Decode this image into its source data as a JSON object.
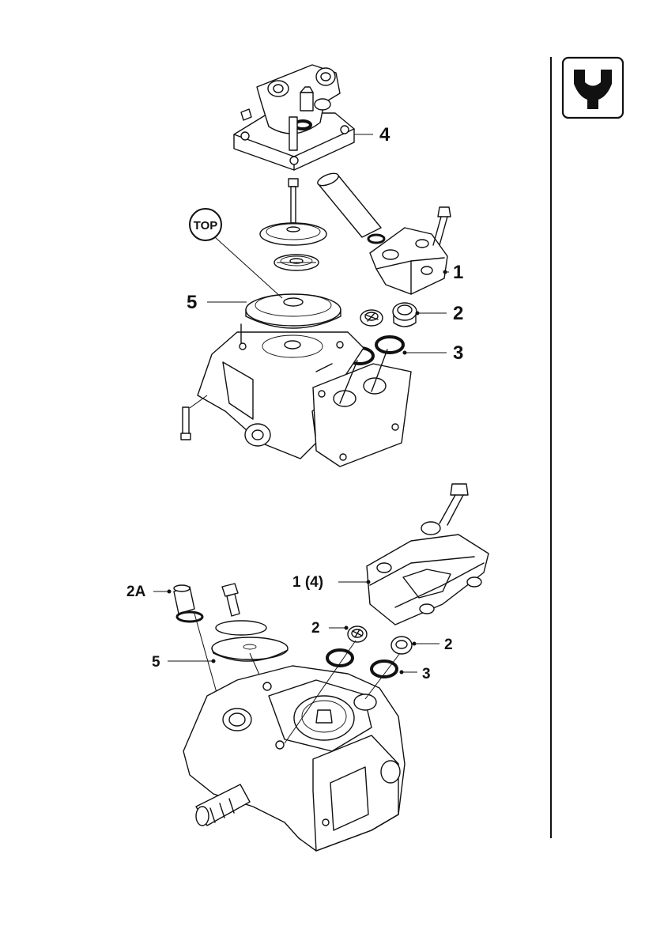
{
  "icon": {
    "name": "wrench-icon"
  },
  "top_view": {
    "badge": "TOP",
    "callouts": {
      "c1": "1",
      "c2": "2",
      "c3": "3",
      "c4": "4",
      "c5": "5"
    }
  },
  "bottom_view": {
    "callouts": {
      "c1_4": "1 (4)",
      "c2a": "2A",
      "c2_left": "2",
      "c2_right": "2",
      "c3": "3",
      "c5": "5"
    }
  }
}
